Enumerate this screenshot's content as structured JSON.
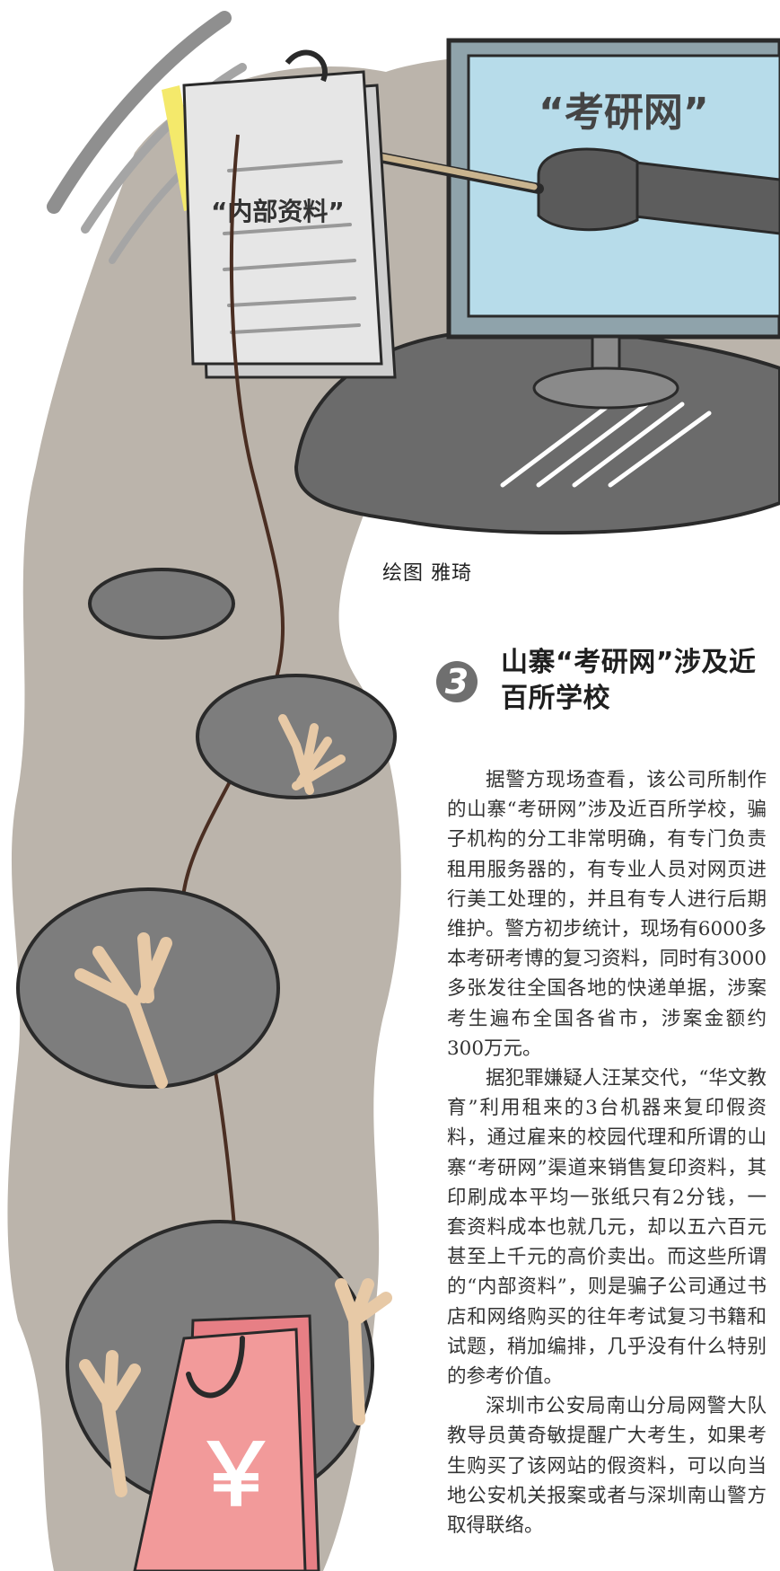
{
  "illustration": {
    "screen_label": "“考研网”",
    "paper_label": "“内部资料”",
    "money_symbol": "￥",
    "colors": {
      "road": "#bbb4ab",
      "screen": "#b7dcea",
      "paper_money": "#f29a9a",
      "hole": "#7d7d7d"
    }
  },
  "caption": "绘图 雅琦",
  "section": {
    "number": "3",
    "title": "山寨“考研网”涉及近百所学校"
  },
  "article": {
    "paragraphs": [
      "据警方现场查看，该公司所制作的山寨“考研网”涉及近百所学校，骗子机构的分工非常明确，有专门负责租用服务器的，有专业人员对网页进行美工处理的，并且有专人进行后期维护。警方初步统计，现场有6000多本考研考博的复习资料，同时有3000多张发往全国各地的快递单据，涉案考生遍布全国各省市，涉案金额约300万元。",
      "据犯罪嫌疑人汪某交代，“华文教育”利用租来的3台机器来复印假资料，通过雇来的校园代理和所谓的山寨“考研网”渠道来销售复印资料，其印刷成本平均一张纸只有2分钱，一套资料成本也就几元，却以五六百元甚至上千元的高价卖出。而这些所谓的“内部资料”，则是骗子公司通过书店和网络购买的往年考试复习书籍和试题，稍加编排，几乎没有什么特别的参考价值。",
      "深圳市公安局南山分局网警大队教导员黄奇敏提醒广大考生，如果考生购买了该网站的假资料，可以向当地公安机关报案或者与深圳南山警方取得联络。"
    ]
  }
}
